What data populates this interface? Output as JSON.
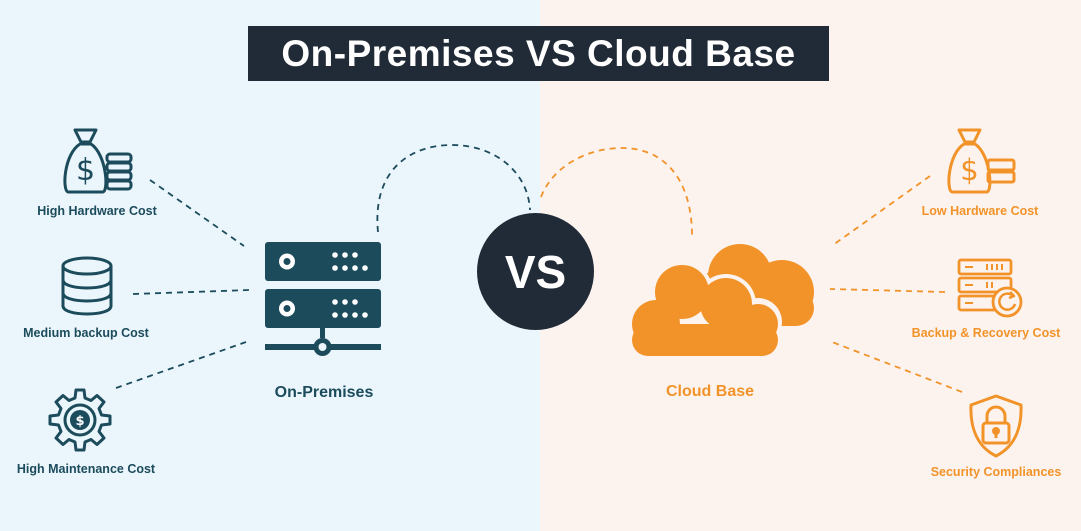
{
  "title": "On-Premises VS Cloud Base",
  "vs_label": "VS",
  "colors": {
    "teal": "#1c4b5c",
    "orange": "#f2932a",
    "dark": "#212b37",
    "left_bg": "#eaf6fc",
    "right_bg": "#fdf3ee"
  },
  "left": {
    "main_label": "On-Premises",
    "items": [
      {
        "label": "High Hardware Cost",
        "icon": "money-bag-coins-icon"
      },
      {
        "label": "Medium backup Cost",
        "icon": "database-icon"
      },
      {
        "label": "High Maintenance Cost",
        "icon": "gear-dollar-icon"
      }
    ]
  },
  "right": {
    "main_label": "Cloud Base",
    "items": [
      {
        "label": "Low Hardware Cost",
        "icon": "money-bag-bills-icon"
      },
      {
        "label": "Backup & Recovery Cost",
        "icon": "server-recovery-icon"
      },
      {
        "label": "Security Compliances",
        "icon": "shield-lock-icon"
      }
    ]
  }
}
